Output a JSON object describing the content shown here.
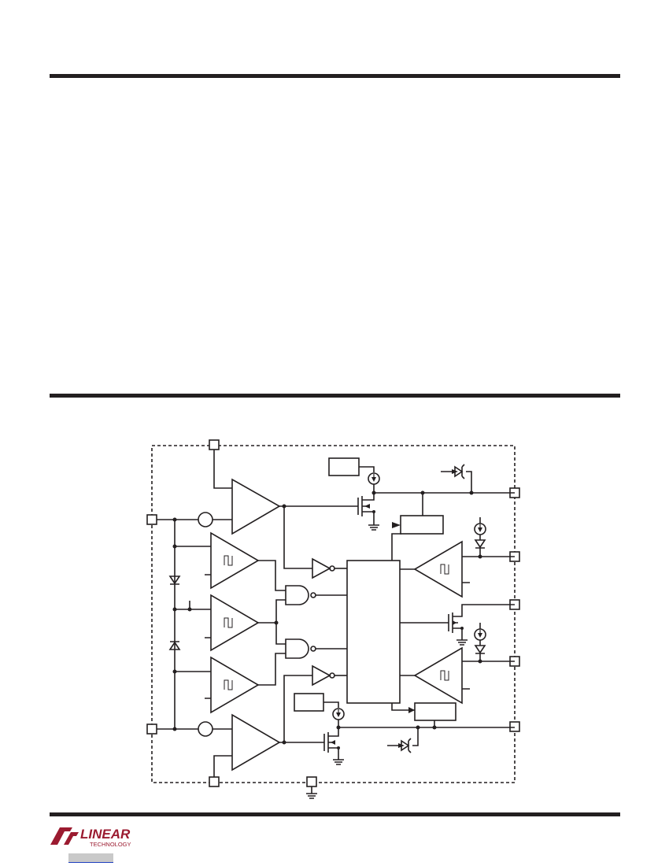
{
  "page": {
    "sections": [
      "top-section",
      "block-diagram-section"
    ],
    "logo_text": "LINEAR TECHNOLOGY"
  },
  "colors": {
    "rule": "#231f20",
    "line": "#231f20",
    "logo": "#9b1b30",
    "link_underline": "#1f3fbf"
  },
  "diagram": {
    "pins": [
      "top-left-pin",
      "right-pin-1",
      "right-pin-2",
      "right-pin-3",
      "right-pin-4",
      "right-pin-5",
      "left-pin-upper",
      "left-pin-lower",
      "bottom-pin",
      "ground-pin"
    ]
  }
}
